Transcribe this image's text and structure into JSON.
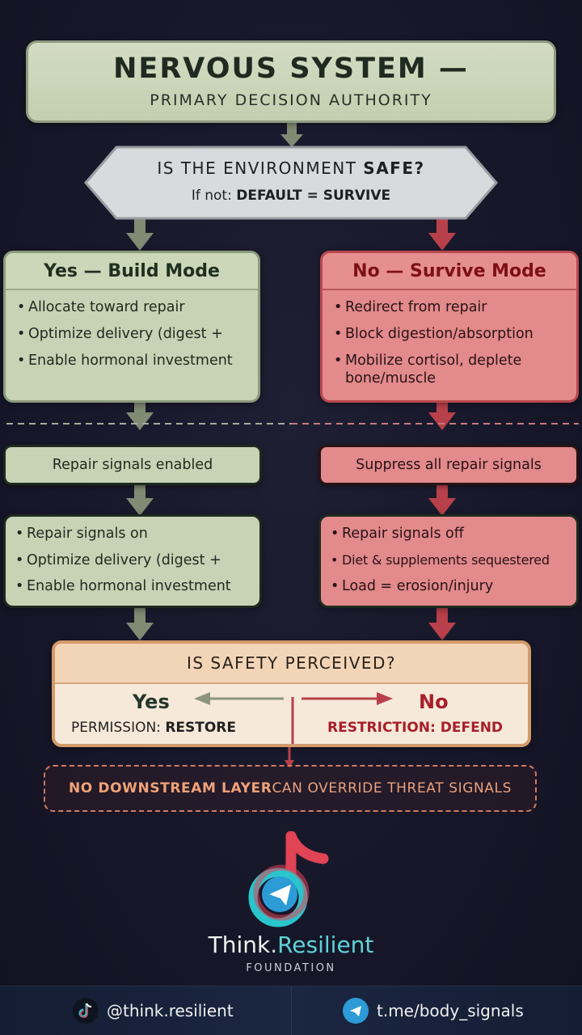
{
  "title": {
    "main": "NERVOUS SYSTEM —",
    "sub": "PRIMARY DECISION AUTHORITY"
  },
  "decision": {
    "question_prefix": "IS THE ENVIRONMENT ",
    "question_emphasis": "SAFE?",
    "sub_prefix": "If not: ",
    "sub_emphasis": "DEFAULT = SURVIVE"
  },
  "build_mode": {
    "title": "Yes — Build Mode",
    "items": [
      "Allocate toward repair",
      "Optimize delivery (digest +",
      "Enable hormonal investment"
    ]
  },
  "survive_mode": {
    "title": "No — Survive Mode",
    "items": [
      "Redirect from repair",
      "Block digestion/absorption",
      "Mobilize cortisol, deplete bone/muscle"
    ]
  },
  "repair_enabled": {
    "label": "Repair signals enabled",
    "items": [
      "Repair signals on",
      "Optimize delivery (digest +",
      "Enable hormonal investment"
    ]
  },
  "repair_suppressed": {
    "label": "Suppress all repair signals",
    "items": [
      "Repair signals off",
      "Diet & supplements sequestered",
      "Load = erosion/injury"
    ]
  },
  "safety": {
    "question": "IS SAFETY PERCEIVED?",
    "yes": "Yes",
    "no": "No",
    "permission_prefix": "PERMISSION: ",
    "permission_value": "RESTORE",
    "restriction": "RESTRICTION: DEFEND"
  },
  "override": {
    "emphasis": "NO DOWNSTREAM LAYER",
    "rest": " CAN OVERRIDE THREAT SIGNALS"
  },
  "brand": {
    "name_a": "Think",
    "name_dot": ".",
    "name_b": "Resilient",
    "sub": "FOUNDATION"
  },
  "footer": {
    "left_handle": "@think.resilient",
    "right_link": "t.me/body_signals"
  },
  "icons": {
    "logo": "tiktok-telegram-logo-icon",
    "tiktok": "tiktok-icon",
    "telegram": "telegram-icon"
  },
  "colors": {
    "green_fill": "#c8d2b5",
    "red_fill": "#e28a8c",
    "safety_fill": "#f6e9d9",
    "accent_teal": "#5fd3d6",
    "accent_red": "#b8404a"
  }
}
